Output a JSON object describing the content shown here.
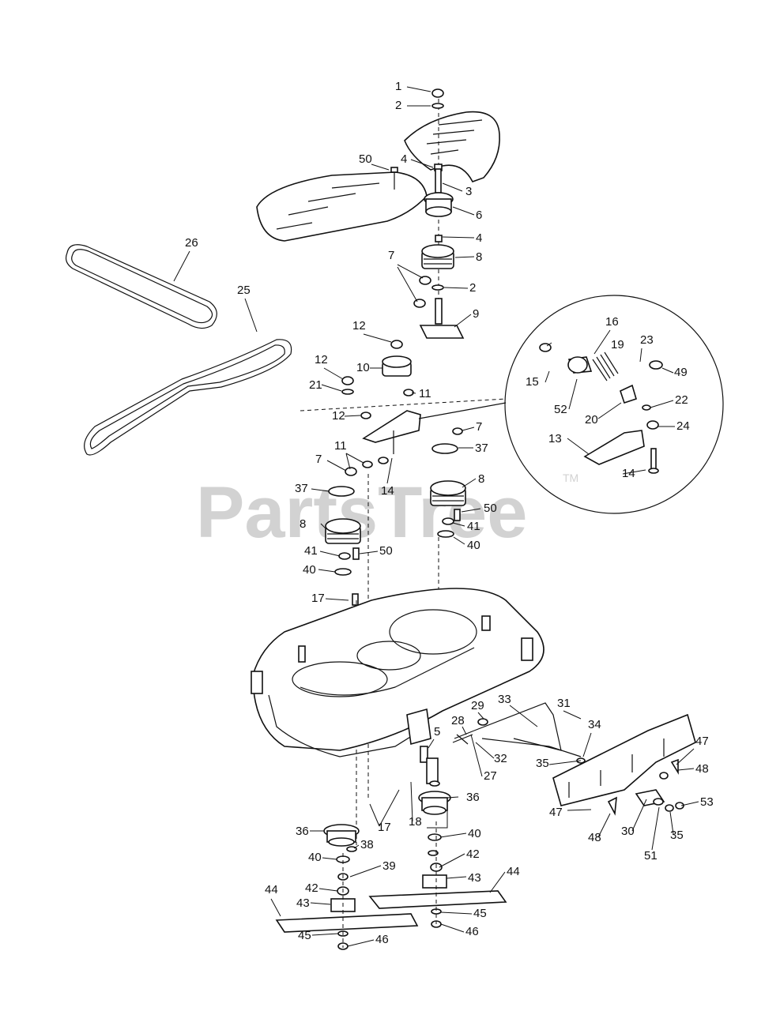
{
  "watermark": {
    "brand": "PartsTree",
    "trademark": "TM"
  },
  "callouts": [
    "1",
    "2",
    "4",
    "3",
    "50",
    "6",
    "4",
    "8",
    "7",
    "2",
    "9",
    "26",
    "25",
    "12",
    "10",
    "11",
    "12",
    "21",
    "12",
    "7",
    "37",
    "11",
    "14",
    "7",
    "37",
    "8",
    "50",
    "41",
    "40",
    "8",
    "41",
    "50",
    "40",
    "17",
    "16",
    "19",
    "15",
    "23",
    "49",
    "52",
    "22",
    "20",
    "24",
    "13",
    "14",
    "5",
    "29",
    "33",
    "31",
    "28",
    "32",
    "27",
    "34",
    "47",
    "35",
    "48",
    "53",
    "47",
    "48",
    "30",
    "51",
    "35",
    "36",
    "17",
    "18",
    "36",
    "40",
    "38",
    "42",
    "40",
    "39",
    "43",
    "44",
    "42",
    "43",
    "44",
    "45",
    "46",
    "45",
    "46"
  ]
}
